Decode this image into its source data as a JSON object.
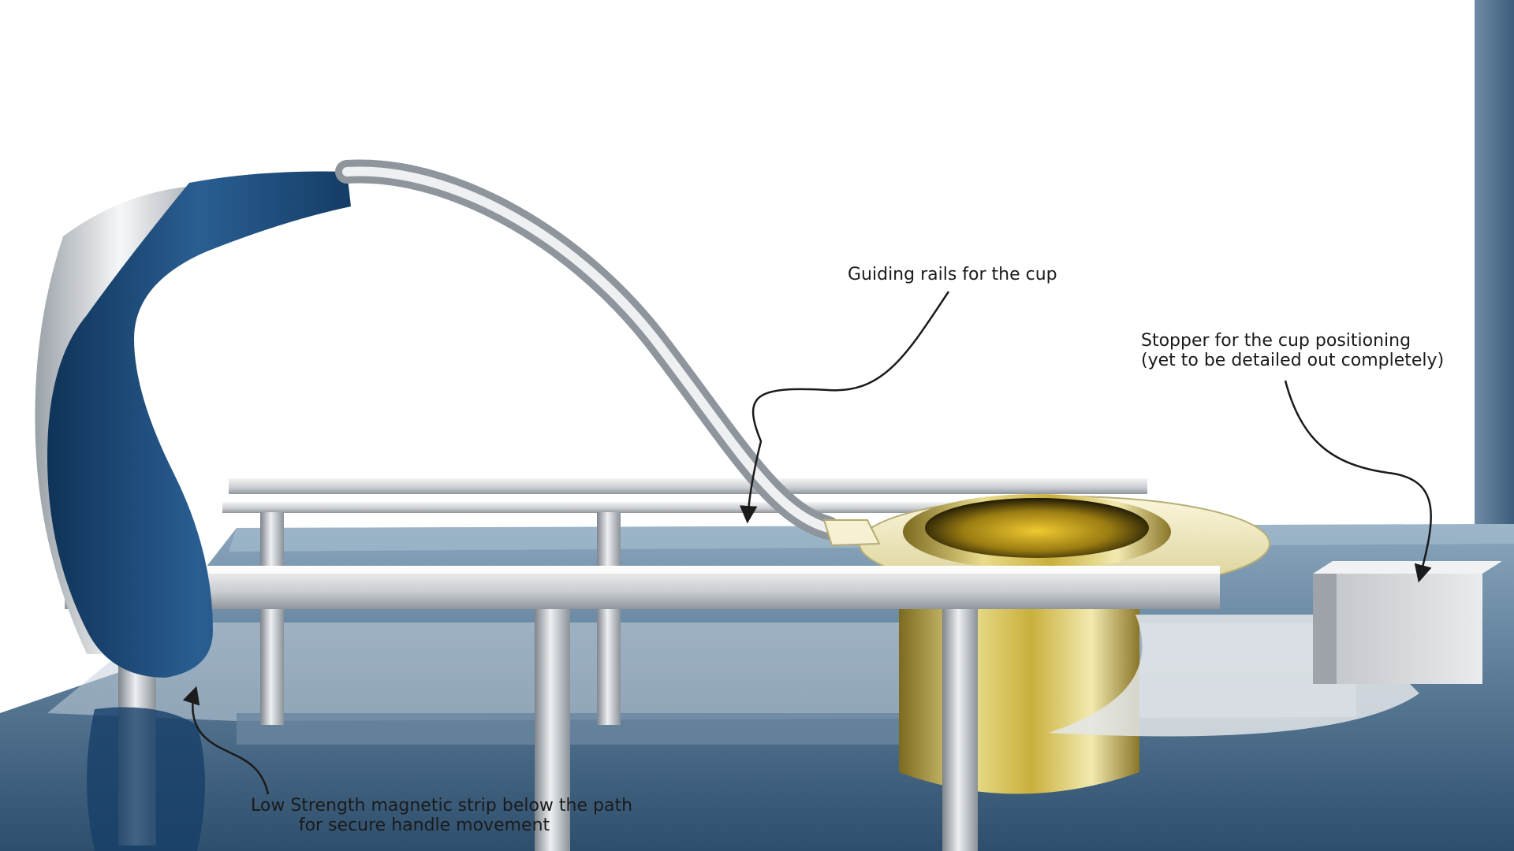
{
  "colors": {
    "handle_blue": "#1b4a78",
    "steel": "#c3c7cb",
    "brass": "#d8c25a",
    "base_blue": "#5d7d99",
    "backdrop": "#ffffff",
    "text": "#1b1b1b"
  },
  "annotations": {
    "guiding_rails": {
      "line1": "Guiding rails for the cup"
    },
    "stopper": {
      "line1": "Stopper for the cup positioning",
      "line2": "(yet to be detailed out completely)"
    },
    "magnetic_strip": {
      "line1": "Low Strength magnetic strip below the path",
      "line2": "for secure handle movement"
    }
  }
}
